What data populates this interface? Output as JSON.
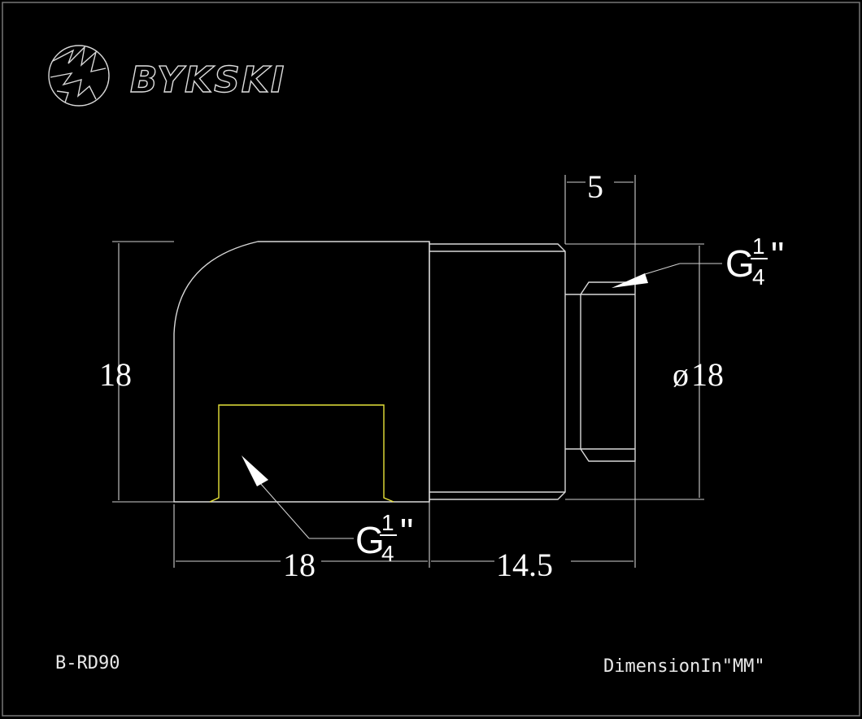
{
  "brand": {
    "name": "BYKSKI"
  },
  "drawing": {
    "model": "B-RD90",
    "units_note": "DimensionIn\"MM\"",
    "dimensions": {
      "height_left": "18",
      "diameter_right_symbol": "ø",
      "diameter_right": "18",
      "top_width": "5",
      "bottom_left_width": "18",
      "bottom_right_width": "14.5"
    },
    "thread_callouts": [
      {
        "prefix": "G",
        "numerator": "1",
        "denominator": "4",
        "suffix": "\""
      },
      {
        "prefix": "G",
        "numerator": "1",
        "denominator": "4",
        "suffix": "\""
      }
    ]
  },
  "colors": {
    "background": "#000000",
    "lines": "#d8d8d8",
    "thread_hidden": "#e6e23a"
  }
}
